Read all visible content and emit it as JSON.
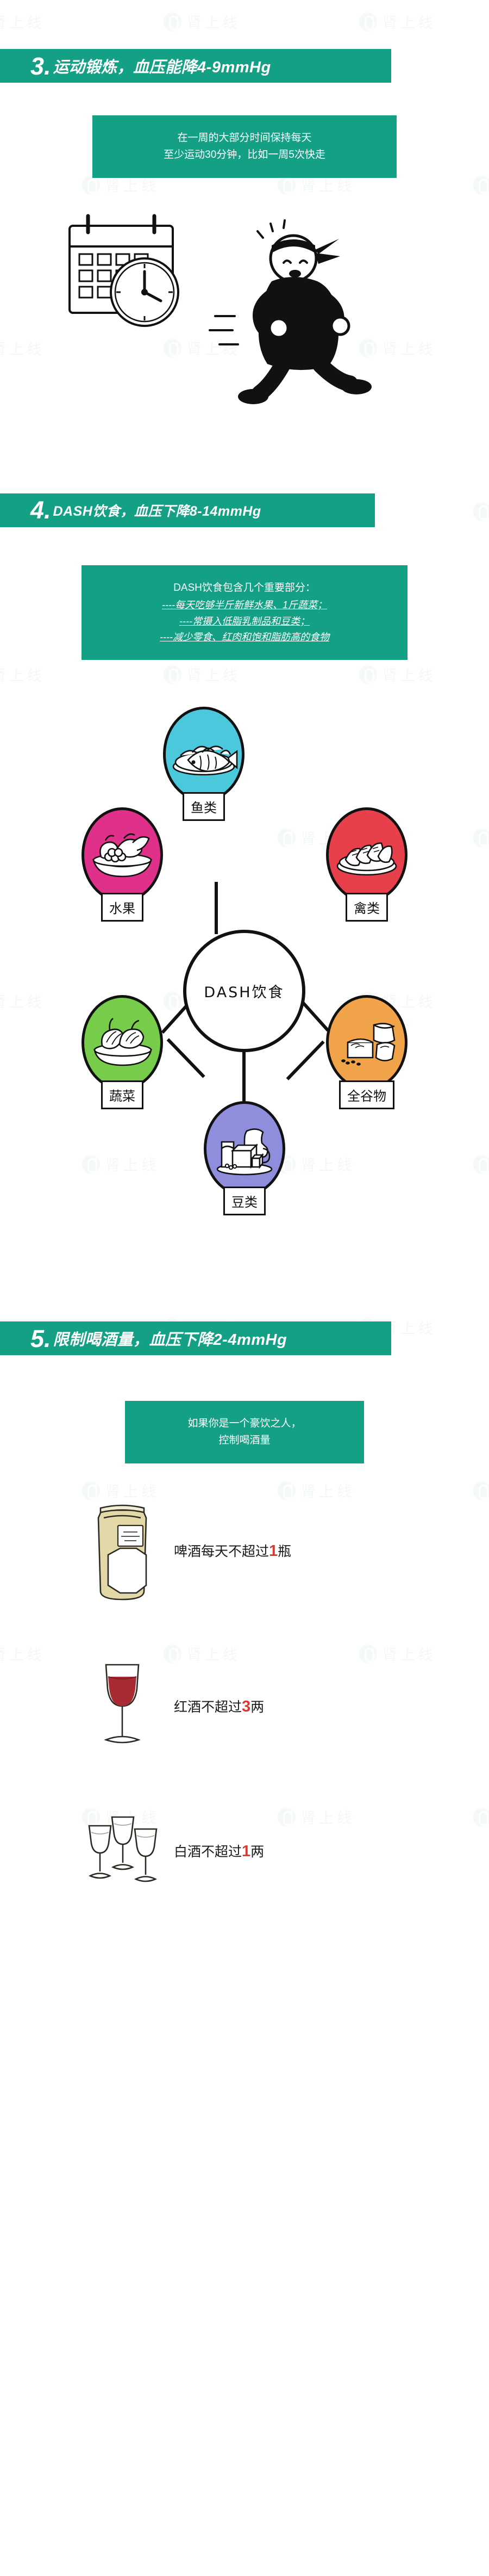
{
  "brand": {
    "watermark_text": "肾上线",
    "badge_icon": "kidney-plus-icon"
  },
  "colors": {
    "brand_green": "#14A085",
    "accent_red": "#D93A32",
    "fish_bubble": "#4BC8DC",
    "fruit_bubble": "#E0318A",
    "poultry_bubble": "#E8404A",
    "vegetable_bubble": "#77CC4A",
    "grain_bubble": "#F0A348",
    "bean_bubble": "#8E8EDC"
  },
  "sections": [
    {
      "id": "exercise",
      "number": "3.",
      "title": "运动锻炼，血压能降4-9mmHg",
      "callout_lines": [
        "在一周的大部分时间保持每天",
        "至少运动30分钟，比如一周5次快走"
      ],
      "illustration": "calendar-clock-and-jogging-person"
    },
    {
      "id": "dash",
      "number": "4.",
      "title": "DASH饮食，血压下降8-14mmHg",
      "callout_head": "DASH饮食包含几个重要部分：",
      "callout_items": [
        "----每天吃够半斤新鲜水果、1斤蔬菜；",
        "----常摄入低脂乳制品和豆类；",
        "----减少零食、红肉和饱和脂肪高的食物"
      ],
      "wheel": {
        "center_label": "DASH饮食",
        "nodes": [
          {
            "label": "鱼类",
            "color": "#4BC8DC",
            "icon": "fish-on-plate-icon"
          },
          {
            "label": "禽类",
            "color": "#E8404A",
            "icon": "sliced-poultry-icon"
          },
          {
            "label": "全谷物",
            "color": "#F0A348",
            "icon": "grain-bowls-icon"
          },
          {
            "label": "豆类",
            "color": "#8E8EDC",
            "icon": "milk-and-tofu-icon"
          },
          {
            "label": "蔬菜",
            "color": "#77CC4A",
            "icon": "vegetable-bowl-icon"
          },
          {
            "label": "水果",
            "color": "#E0318A",
            "icon": "fruit-basket-icon"
          }
        ]
      }
    },
    {
      "id": "alcohol",
      "number": "5.",
      "title": "限制喝酒量，血压下降2-4mmHg",
      "callout_lines": [
        "如果你是一个豪饮之人，",
        "控制喝酒量"
      ],
      "items": [
        {
          "icon": "beer-can-icon",
          "prefix": "啤酒每天不超过",
          "num": "1",
          "suffix": "瓶"
        },
        {
          "icon": "wine-glass-icon",
          "prefix": "红酒不超过",
          "num": "3",
          "suffix": "两"
        },
        {
          "icon": "liquor-cups-icon",
          "prefix": "白酒不超过",
          "num": "1",
          "suffix": "两"
        }
      ]
    }
  ]
}
